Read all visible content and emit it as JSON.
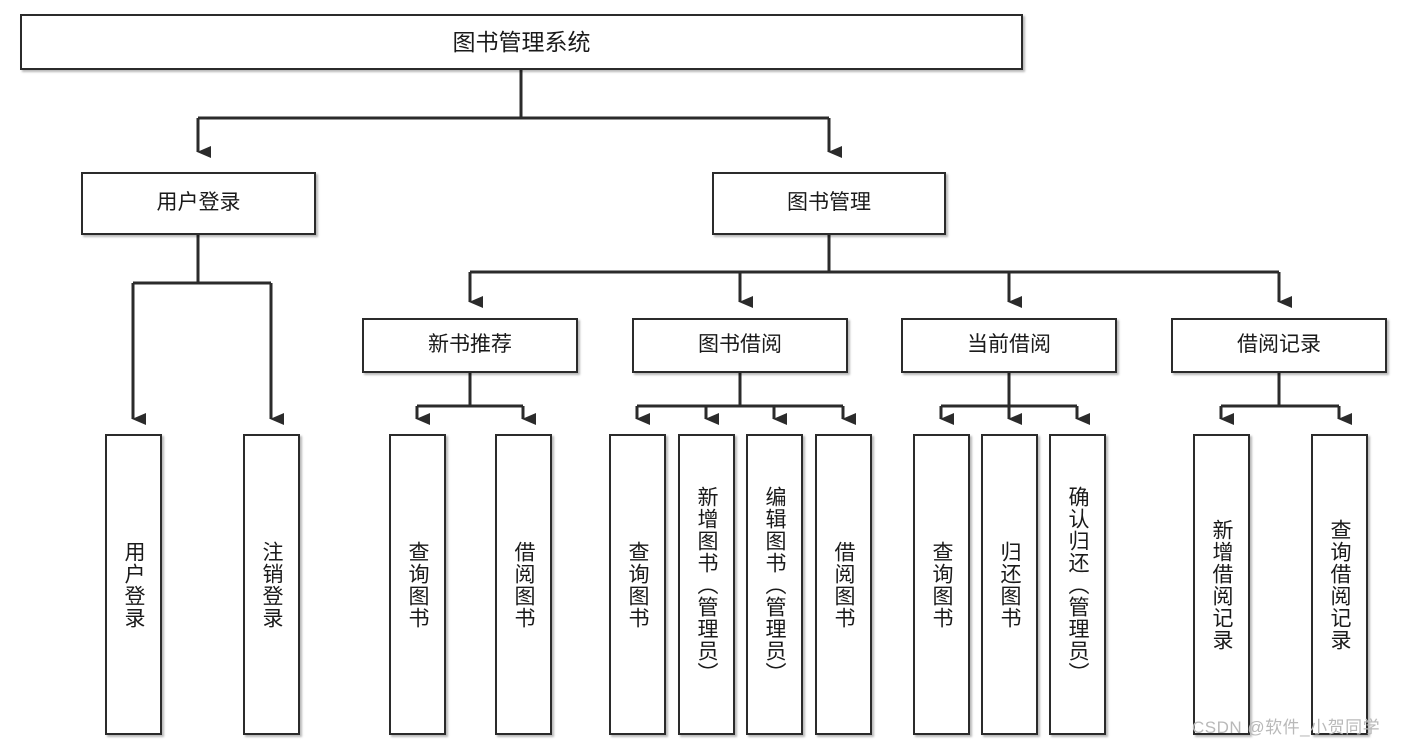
{
  "diagram": {
    "type": "tree-hierarchy-flowchart",
    "title": "图书管理系统",
    "watermark": "CSDN @软件_小贺同学",
    "colors": {
      "stroke": "#2b2b2b",
      "fill": "#ffffff",
      "text": "#1a1a1a",
      "watermark": "#b9b9b9"
    },
    "levels": {
      "root": {
        "label": "图书管理系统"
      },
      "level1": [
        {
          "id": "user-login",
          "label": "用户登录"
        },
        {
          "id": "book-manage",
          "label": "图书管理"
        }
      ],
      "level2": [
        {
          "id": "new-book-rec",
          "label": "新书推荐",
          "parent": "book-manage"
        },
        {
          "id": "book-borrow",
          "label": "图书借阅",
          "parent": "book-manage"
        },
        {
          "id": "current-borrow",
          "label": "当前借阅",
          "parent": "book-manage"
        },
        {
          "id": "borrow-record",
          "label": "借阅记录",
          "parent": "book-manage"
        }
      ],
      "leaves": [
        {
          "id": "leaf-user-login",
          "label": "用户登录",
          "parent": "user-login"
        },
        {
          "id": "leaf-logout",
          "label": "注销登录",
          "parent": "user-login"
        },
        {
          "id": "leaf-query-book-1",
          "label": "查询图书",
          "parent": "new-book-rec"
        },
        {
          "id": "leaf-borrow-book-1",
          "label": "借阅图书",
          "parent": "new-book-rec"
        },
        {
          "id": "leaf-query-book-2",
          "label": "查询图书",
          "parent": "book-borrow"
        },
        {
          "id": "leaf-add-book",
          "label": "新增图书（管理员）",
          "parent": "book-borrow"
        },
        {
          "id": "leaf-edit-book",
          "label": "编辑图书（管理员）",
          "parent": "book-borrow"
        },
        {
          "id": "leaf-borrow-book-2",
          "label": "借阅图书",
          "parent": "book-borrow"
        },
        {
          "id": "leaf-query-book-3",
          "label": "查询图书",
          "parent": "current-borrow"
        },
        {
          "id": "leaf-return-book",
          "label": "归还图书",
          "parent": "current-borrow"
        },
        {
          "id": "leaf-confirm-return",
          "label": "确认归还（管理员）",
          "parent": "current-borrow"
        },
        {
          "id": "leaf-add-record",
          "label": "新增借阅记录",
          "parent": "borrow-record"
        },
        {
          "id": "leaf-query-record",
          "label": "查询借阅记录",
          "parent": "borrow-record"
        }
      ]
    }
  }
}
